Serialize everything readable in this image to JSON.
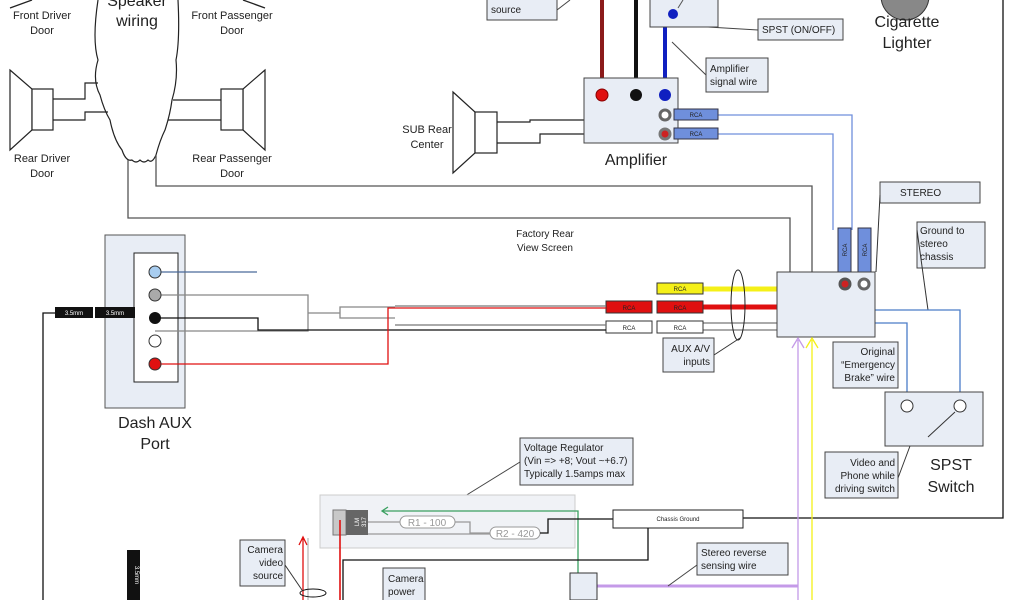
{
  "labels": {
    "speaker_wiring": [
      "Speaker",
      "wiring"
    ],
    "front_driver": [
      "Front Driver",
      "Door"
    ],
    "front_passenger": [
      "Front Passenger",
      "Door"
    ],
    "rear_driver": [
      "Rear Driver",
      "Door"
    ],
    "rear_passenger": [
      "Rear Passenger",
      "Door"
    ],
    "source": "source",
    "spst_on_off": "SPST (ON/OFF)",
    "cigarette_lighter": [
      "Cigarette",
      "Lighter"
    ],
    "amp_signal_wire": [
      "Amplifier",
      "signal wire"
    ],
    "sub": [
      "SUB Rear",
      "Center"
    ],
    "amplifier": "Amplifier",
    "rca": "RCA",
    "stereo": "STEREO",
    "factory_screen": [
      "Factory Rear",
      "View Screen"
    ],
    "ground_stereo": [
      "Ground to",
      "stereo",
      "chassis"
    ],
    "plug_35": "3.5mm",
    "dash_aux": [
      "Dash AUX",
      "Port"
    ],
    "aux_inputs": [
      "AUX A/V",
      "inputs"
    ],
    "ebrake": [
      "Original",
      "“Emergency",
      "Brake” wire"
    ],
    "video_phone": [
      "Video and",
      "Phone while",
      "driving switch"
    ],
    "spst_switch": [
      "SPST",
      "Switch"
    ],
    "regulator": [
      "Voltage Regulator",
      "(Vin => +8; Vout ~+6.7)",
      "Typically 1.5amps max"
    ],
    "lm317": [
      "LM",
      "317"
    ],
    "r1": "R1 - 100",
    "r2": "R2 - 420",
    "chassis_ground": "Chassis Ground",
    "camera_video": [
      "Camera",
      "video",
      "source"
    ],
    "camera_power": [
      "Camera",
      "power"
    ],
    "reverse_wire": [
      "Stereo reverse",
      "sensing wire"
    ]
  },
  "colors": {
    "power_red": "#e01010",
    "ground_black": "#111111",
    "signal_blue": "#1020c0",
    "rca_blue": "#6f8fdc",
    "video_yellow": "#f5f018",
    "reverse_purple": "#c49ae8",
    "regulator_green": "#3aa060",
    "switch_wire_blue": "#4a7cc8",
    "box_fill": "#e8edf5"
  }
}
